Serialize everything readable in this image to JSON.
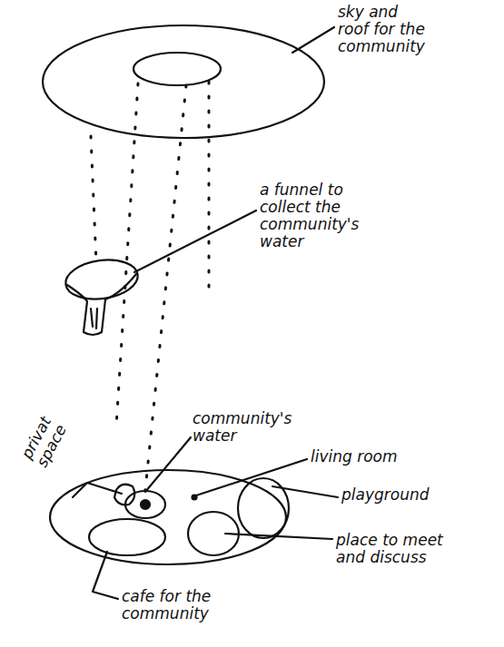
{
  "diagram": {
    "labels": [
      "sky and roof for the community",
      "a funnel to collect the community's water",
      "community's water",
      "privat space",
      "living room",
      "playground",
      "place to meet and discuss",
      "cafe for the community"
    ]
  }
}
